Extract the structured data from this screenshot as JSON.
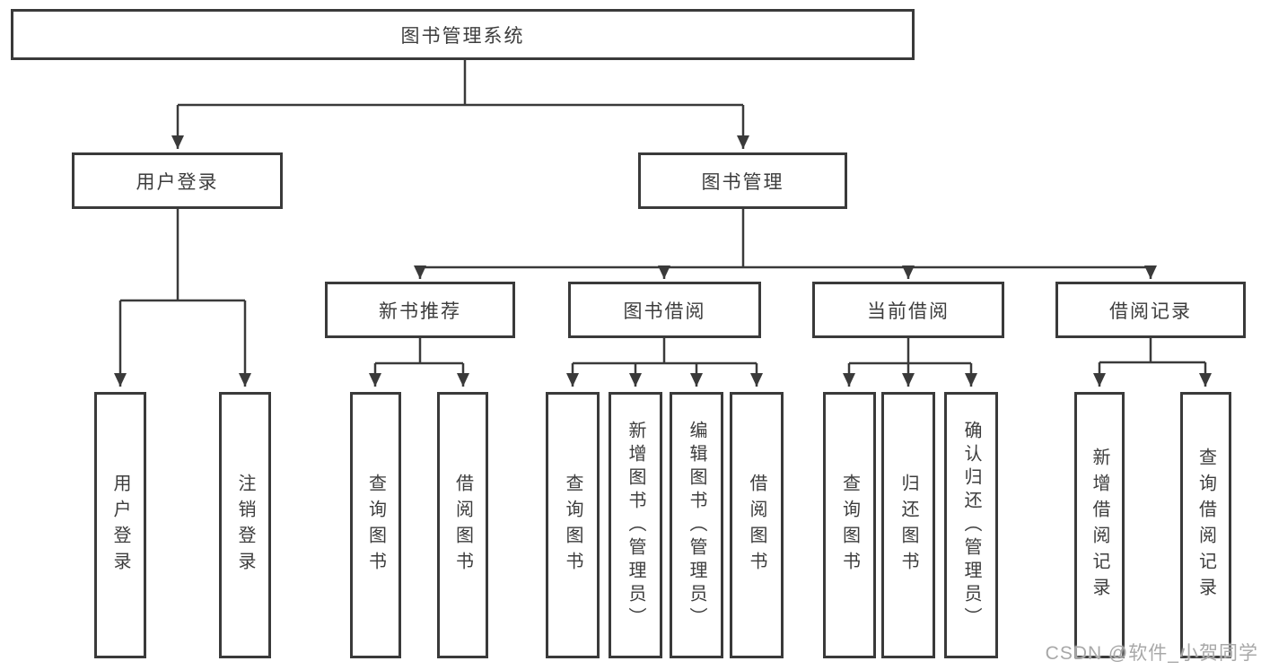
{
  "diagram_title": "图书管理系统",
  "tree": {
    "label": "图书管理系统",
    "children": [
      {
        "label": "用户登录",
        "children": [
          {
            "label": "用户登录"
          },
          {
            "label": "注销登录"
          }
        ]
      },
      {
        "label": "图书管理",
        "children": [
          {
            "label": "新书推荐",
            "children": [
              {
                "label": "查询图书"
              },
              {
                "label": "借阅图书"
              }
            ]
          },
          {
            "label": "图书借阅",
            "children": [
              {
                "label": "查询图书"
              },
              {
                "label": "新增图书（管理员）"
              },
              {
                "label": "编辑图书（管理员）"
              },
              {
                "label": "借阅图书"
              }
            ]
          },
          {
            "label": "当前借阅",
            "children": [
              {
                "label": "查询图书"
              },
              {
                "label": "归还图书"
              },
              {
                "label": "确认归还（管理员）"
              }
            ]
          },
          {
            "label": "借阅记录",
            "children": [
              {
                "label": "新增借阅记录"
              },
              {
                "label": "查询借阅记录"
              }
            ]
          }
        ]
      }
    ]
  },
  "watermark": {
    "text": "CSDN @软件_小贺同学"
  },
  "colors": {
    "background": "#ffffff",
    "line": "#3a3a3a",
    "box_border": "#3a3a3a",
    "text": "#3d3d3d",
    "watermark": "#a8a8a8"
  }
}
